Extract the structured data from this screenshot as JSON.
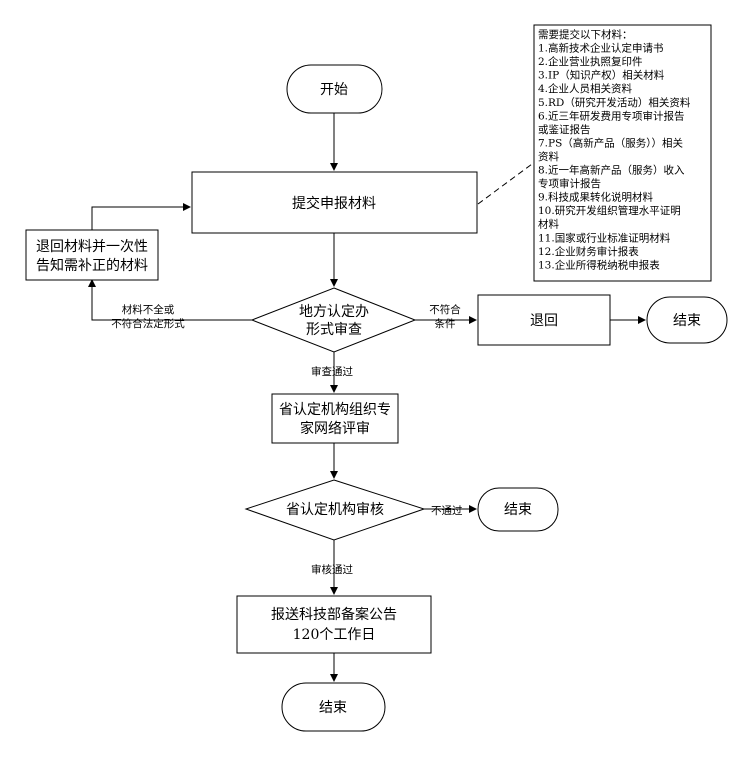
{
  "nodes": {
    "start": "开始",
    "submit": "提交申报材料",
    "return_materials": [
      "退回材料并一次性",
      "告知需补正的材料"
    ],
    "local_review": [
      "地方认定办",
      "形式审查"
    ],
    "reject": "退回",
    "end1": "结束",
    "expert_review": [
      "省认定机构组织专",
      "家网络评审"
    ],
    "province_audit": "省认定机构审核",
    "end2": "结束",
    "report": [
      "报送科技部备案公告",
      "120个工作日"
    ],
    "end3": "结束"
  },
  "edge_labels": {
    "incomplete": [
      "材料不全或",
      "不符合法定形式"
    ],
    "not_meet": [
      "不符合",
      "条件"
    ],
    "review_pass": "审查通过",
    "not_pass": "不通过",
    "audit_pass": "审核通过"
  },
  "materials_note": [
    "需要提交以下材料：",
    "1.高新技术企业认定申请书",
    "2.企业营业执照复印件",
    "3.IP（知识产权）相关材料",
    "4.企业人员相关资料",
    "5.RD（研究开发活动）相关资料",
    "6.近三年研发费用专项审计报告",
    "或鉴证报告",
    "7.PS（高新产品（服务））相关",
    "资料",
    "8.近一年高新产品（服务）收入",
    "专项审计报告",
    "9.科技成果转化说明材料",
    "10.研究开发组织管理水平证明",
    "材料",
    "11.国家或行业标准证明材料",
    "12.企业财务审计报表",
    "13.企业所得税纳税申报表"
  ]
}
